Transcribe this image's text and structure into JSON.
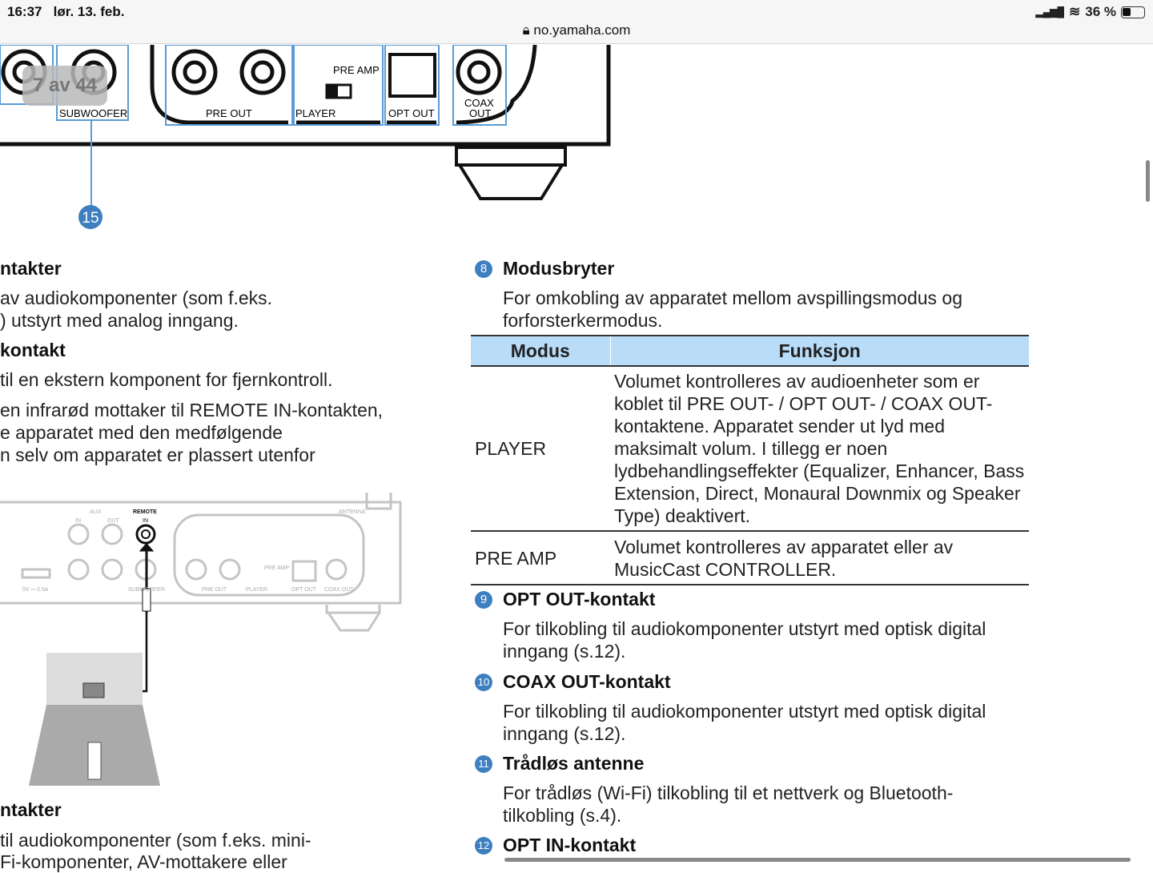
{
  "status_bar": {
    "time": "16:37",
    "date": "lør. 13. feb.",
    "battery": "36 %",
    "url": "no.yamaha.com"
  },
  "page_indicator": "7 av 44",
  "diagram_top": {
    "labels": [
      "SUBWOOFER",
      "PRE OUT",
      "PRE AMP",
      "PLAYER",
      "OPT OUT",
      "COAX",
      "OUT"
    ],
    "callout": "15"
  },
  "diagram_bottom": {
    "labels": [
      "REMOTE",
      "IN",
      "AUX",
      "IN",
      "OUT",
      "ANTENNA",
      "PRE OUT",
      "PLAYER",
      "PRE AMP",
      "OPT OUT",
      "COAX OUT",
      "SUBWOOFER",
      "5V ⎓ 0.5A"
    ]
  },
  "left": {
    "h1": "ntakter",
    "p1a": "av audiokomponenter (som f.eks.",
    "p1b": ") utstyrt med analog inngang.",
    "h2": "kontakt",
    "p2": "til en ekstern komponent for fjernkontroll.",
    "p3a": "en infrarød mottaker til REMOTE IN-kontakten,",
    "p3b": "e apparatet med den medfølgende",
    "p3c": "n selv om apparatet er plassert utenfor",
    "h3": "ntakter",
    "p4a": "til audiokomponenter (som f.eks. mini-",
    "p4b": "Fi-komponenter, AV-mottakere eller"
  },
  "right": {
    "s8": {
      "num": "8",
      "title": "Modusbryter",
      "text": "For omkobling av apparatet mellom avspillingsmodus og forforsterkermodus."
    },
    "table": {
      "headers": [
        "Modus",
        "Funksjon"
      ],
      "rows": [
        {
          "mode": "PLAYER",
          "func": "Volumet kontrolleres av audioenheter som er koblet til PRE OUT- / OPT OUT- / COAX OUT-kontaktene. Apparatet sender ut lyd med maksimalt volum. I tillegg er noen lydbehandlingseffekter (Equalizer, Enhancer, Bass Extension, Direct, Monaural Downmix og Speaker Type) deaktivert."
        },
        {
          "mode": "PRE AMP",
          "func": "Volumet kontrolleres av apparatet eller av MusicCast CONTROLLER."
        }
      ]
    },
    "s9": {
      "num": "9",
      "title": "OPT OUT-kontakt",
      "text": "For tilkobling til audiokomponenter utstyrt med optisk digital inngang (s.12)."
    },
    "s10": {
      "num": "10",
      "title": "COAX OUT-kontakt",
      "text": "For tilkobling til audiokomponenter utstyrt med optisk digital inngang (s.12)."
    },
    "s11": {
      "num": "11",
      "title": "Trådløs antenne",
      "text": "For trådløs (Wi-Fi) tilkobling til et nettverk og Bluetooth-tilkobling (s.4)."
    },
    "s12": {
      "num": "12",
      "title": "OPT IN-kontakt"
    }
  }
}
